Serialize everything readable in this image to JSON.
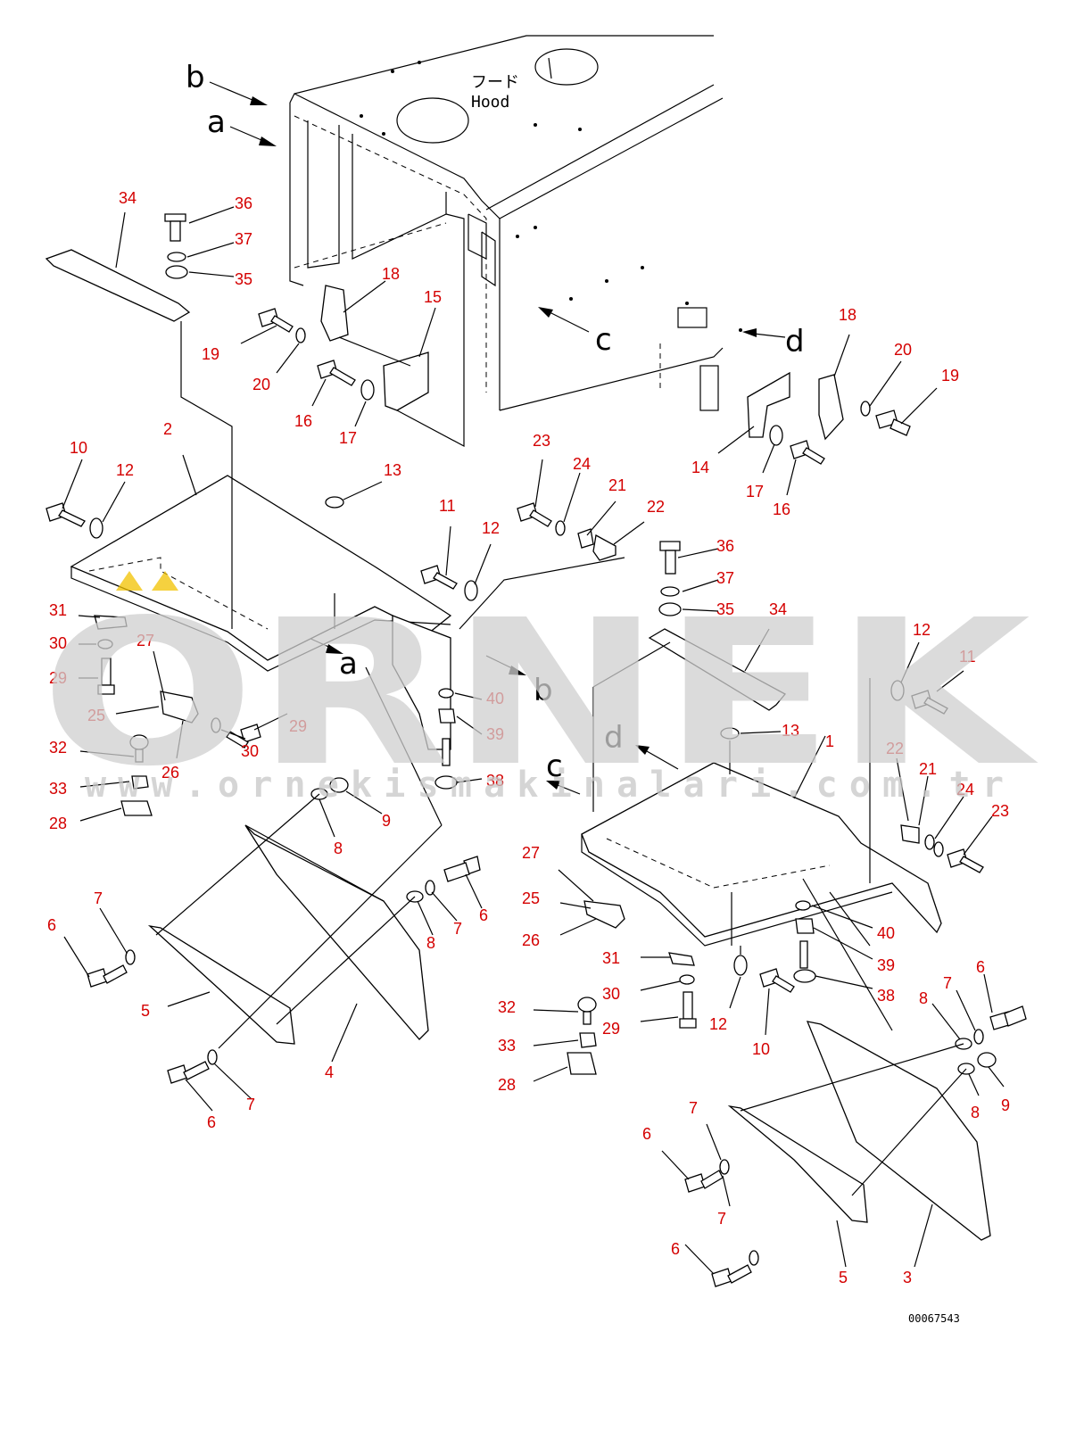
{
  "diagram": {
    "drawing_code": "00067543",
    "hood_label_jp": "フード",
    "hood_label_en": "Hood",
    "view_letters": [
      "a",
      "b",
      "c",
      "d"
    ],
    "callouts": [
      {
        "n": "34"
      },
      {
        "n": "36"
      },
      {
        "n": "37"
      },
      {
        "n": "35"
      },
      {
        "n": "18"
      },
      {
        "n": "15"
      },
      {
        "n": "19"
      },
      {
        "n": "20"
      },
      {
        "n": "16"
      },
      {
        "n": "17"
      },
      {
        "n": "2"
      },
      {
        "n": "10"
      },
      {
        "n": "12"
      },
      {
        "n": "13"
      },
      {
        "n": "11"
      },
      {
        "n": "12"
      },
      {
        "n": "23"
      },
      {
        "n": "24"
      },
      {
        "n": "21"
      },
      {
        "n": "22"
      },
      {
        "n": "18"
      },
      {
        "n": "20"
      },
      {
        "n": "19"
      },
      {
        "n": "14"
      },
      {
        "n": "17"
      },
      {
        "n": "16"
      },
      {
        "n": "36"
      },
      {
        "n": "37"
      },
      {
        "n": "35"
      },
      {
        "n": "34"
      },
      {
        "n": "12"
      },
      {
        "n": "11"
      },
      {
        "n": "31"
      },
      {
        "n": "30"
      },
      {
        "n": "27"
      },
      {
        "n": "29"
      },
      {
        "n": "25"
      },
      {
        "n": "29"
      },
      {
        "n": "30"
      },
      {
        "n": "26"
      },
      {
        "n": "32"
      },
      {
        "n": "33"
      },
      {
        "n": "28"
      },
      {
        "n": "40"
      },
      {
        "n": "39"
      },
      {
        "n": "38"
      },
      {
        "n": "13"
      },
      {
        "n": "1"
      },
      {
        "n": "22"
      },
      {
        "n": "21"
      },
      {
        "n": "24"
      },
      {
        "n": "23"
      },
      {
        "n": "8"
      },
      {
        "n": "9"
      },
      {
        "n": "7"
      },
      {
        "n": "6"
      },
      {
        "n": "8"
      },
      {
        "n": "7"
      },
      {
        "n": "6"
      },
      {
        "n": "5"
      },
      {
        "n": "4"
      },
      {
        "n": "6"
      },
      {
        "n": "7"
      },
      {
        "n": "27"
      },
      {
        "n": "25"
      },
      {
        "n": "26"
      },
      {
        "n": "31"
      },
      {
        "n": "30"
      },
      {
        "n": "32"
      },
      {
        "n": "29"
      },
      {
        "n": "33"
      },
      {
        "n": "28"
      },
      {
        "n": "40"
      },
      {
        "n": "39"
      },
      {
        "n": "38"
      },
      {
        "n": "12"
      },
      {
        "n": "10"
      },
      {
        "n": "8"
      },
      {
        "n": "7"
      },
      {
        "n": "6"
      },
      {
        "n": "9"
      },
      {
        "n": "8"
      },
      {
        "n": "7"
      },
      {
        "n": "6"
      },
      {
        "n": "7"
      },
      {
        "n": "6"
      },
      {
        "n": "5"
      },
      {
        "n": "3"
      }
    ]
  },
  "watermark": {
    "brand": "ORNEK",
    "url": "www.ornekismakinalari.com.tr"
  },
  "colors": {
    "callout": "#d40000",
    "line": "#000000",
    "watermark": "#d0d0d0",
    "accent": "#f2c200"
  }
}
